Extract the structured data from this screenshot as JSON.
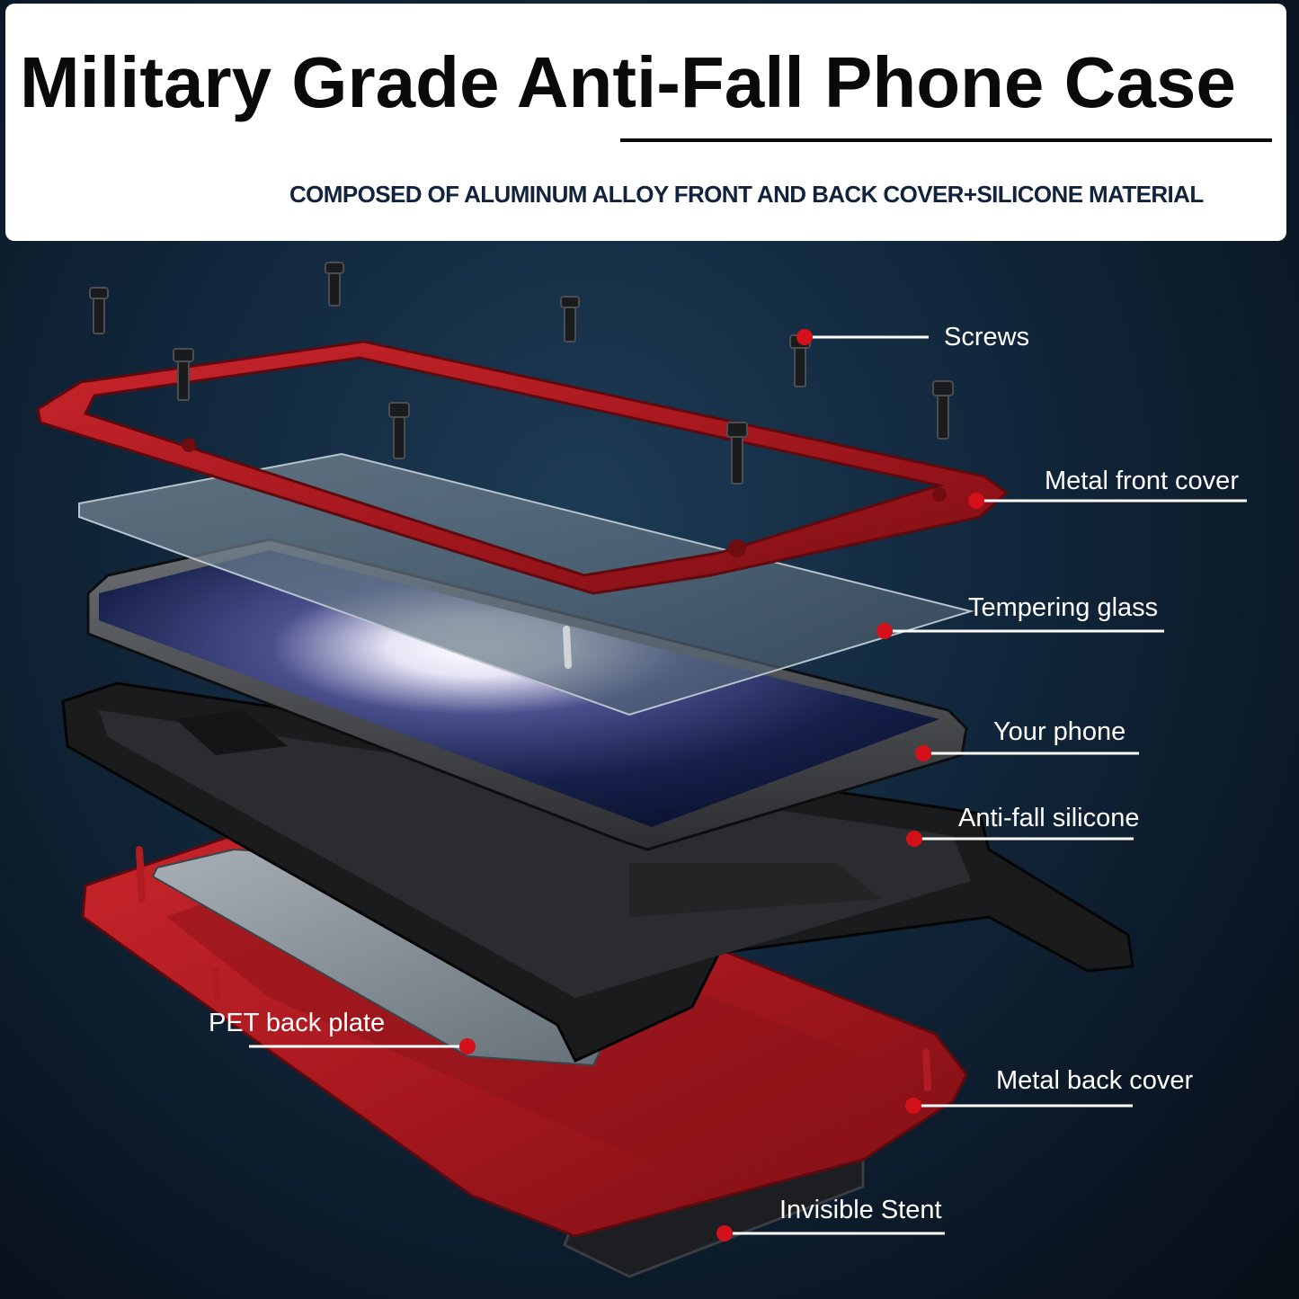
{
  "header": {
    "title": "Military Grade Anti-Fall Phone Case",
    "subtitle": "COMPOSED OF ALUMINUM ALLOY FRONT AND BACK COVER+SILICONE MATERIAL"
  },
  "callouts": {
    "screws": "Screws",
    "metal_front_cover": "Metal front cover",
    "tempering_glass": "Tempering glass",
    "your_phone": "Your phone",
    "anti_fall_silicone": "Anti-fall silicone",
    "pet_back_plate": "PET back plate",
    "metal_back_cover": "Metal back cover",
    "invisible_stent": "Invisible Stent"
  },
  "colors": {
    "accent_red": "#d4111a",
    "case_red": "#b81c22",
    "background_navy": "#12283d",
    "header_text": "#0a0a0a",
    "subtitle_text": "#12233d"
  }
}
